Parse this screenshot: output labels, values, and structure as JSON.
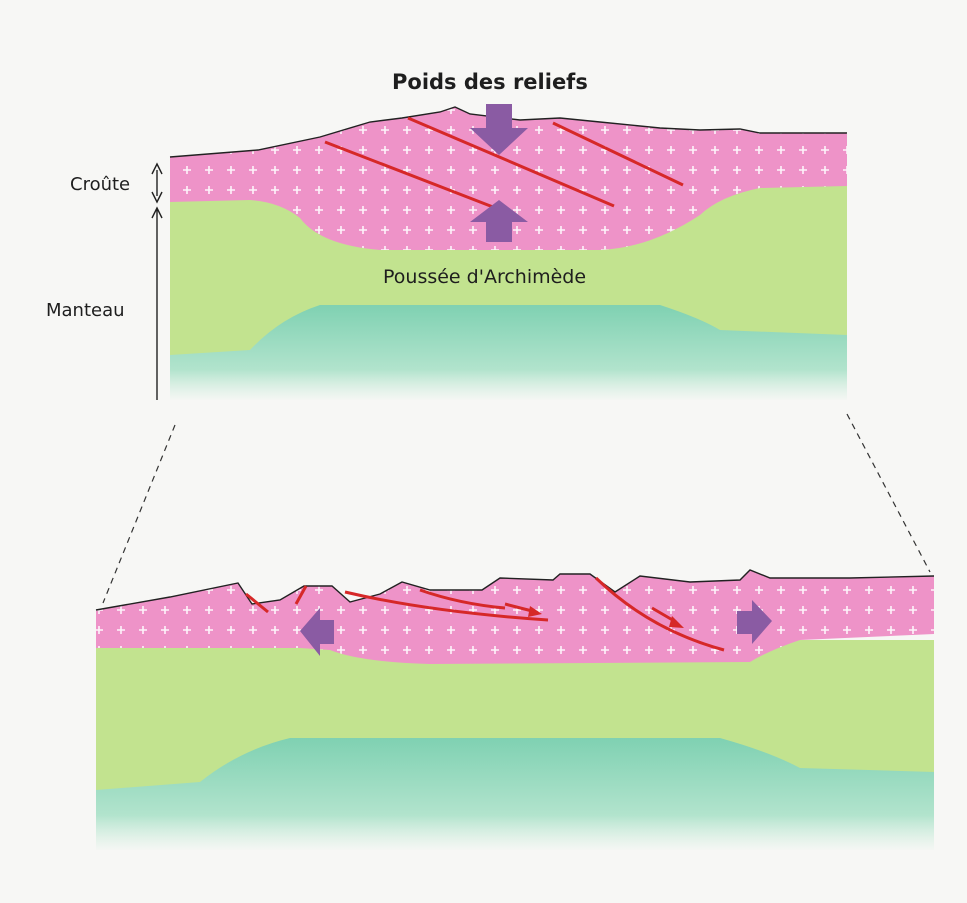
{
  "diagram": {
    "top_title": "Poids des reliefs",
    "labels": {
      "crust": "Croûte",
      "mantle": "Manteau",
      "buoyancy": "Poussée d'Archimède"
    },
    "colors": {
      "crust": "#ee93c8",
      "crust_cross": "#ffffff",
      "lithospheric_mantle": "#c2e38f",
      "asthenosphere": "#9fdcbf",
      "fault": "#d62828",
      "arrow": "#8a5ba3",
      "background": "#f7f7f5"
    }
  }
}
